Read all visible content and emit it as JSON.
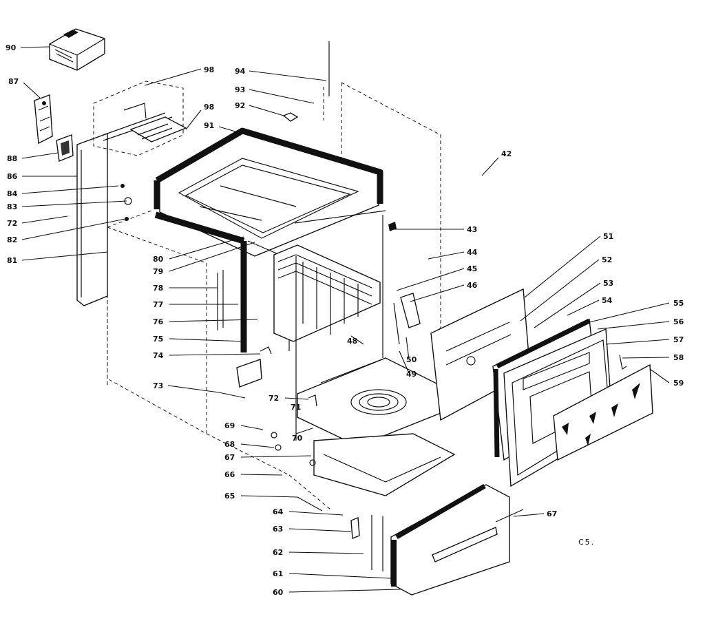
{
  "callouts": [
    {
      "id": "l90a",
      "text": "90"
    },
    {
      "id": "l87a",
      "text": "87"
    },
    {
      "id": "l88a",
      "text": "88"
    },
    {
      "id": "l86a",
      "text": "86"
    },
    {
      "id": "l84a",
      "text": "84"
    },
    {
      "id": "l83a",
      "text": "83"
    },
    {
      "id": "l72a",
      "text": "72"
    },
    {
      "id": "l82a",
      "text": "82"
    },
    {
      "id": "l81a",
      "text": "81"
    },
    {
      "id": "l98a",
      "text": "98"
    },
    {
      "id": "l98b",
      "text": "98"
    },
    {
      "id": "l94a",
      "text": "94"
    },
    {
      "id": "l93a",
      "text": "93"
    },
    {
      "id": "l92a",
      "text": "92"
    },
    {
      "id": "l91a",
      "text": "91"
    },
    {
      "id": "l42",
      "text": "42"
    },
    {
      "id": "l80",
      "text": "80"
    },
    {
      "id": "l79",
      "text": "79"
    },
    {
      "id": "l78",
      "text": "78"
    },
    {
      "id": "l77",
      "text": "77"
    },
    {
      "id": "l76",
      "text": "76"
    },
    {
      "id": "l75",
      "text": "75"
    },
    {
      "id": "l74",
      "text": "74"
    },
    {
      "id": "l73",
      "text": "73"
    },
    {
      "id": "l43",
      "text": "43"
    },
    {
      "id": "l44",
      "text": "44"
    },
    {
      "id": "l45",
      "text": "45"
    },
    {
      "id": "l46",
      "text": "46"
    },
    {
      "id": "l48",
      "text": "48"
    },
    {
      "id": "l50",
      "text": "50"
    },
    {
      "id": "l49",
      "text": "49"
    },
    {
      "id": "l51",
      "text": "51"
    },
    {
      "id": "l52",
      "text": "52"
    },
    {
      "id": "l53",
      "text": "53"
    },
    {
      "id": "l54",
      "text": "54"
    },
    {
      "id": "l55",
      "text": "55"
    },
    {
      "id": "l56",
      "text": "56"
    },
    {
      "id": "l57",
      "text": "57"
    },
    {
      "id": "l58",
      "text": "58"
    },
    {
      "id": "l59",
      "text": "59"
    },
    {
      "id": "l72b",
      "text": "72"
    },
    {
      "id": "l71",
      "text": "71"
    },
    {
      "id": "l70",
      "text": "70"
    },
    {
      "id": "l69",
      "text": "69"
    },
    {
      "id": "l68",
      "text": "68"
    },
    {
      "id": "l67",
      "text": "67"
    },
    {
      "id": "l66",
      "text": "66"
    },
    {
      "id": "l65",
      "text": "65"
    },
    {
      "id": "l64",
      "text": "64"
    },
    {
      "id": "l63",
      "text": "63"
    },
    {
      "id": "l62",
      "text": "62"
    },
    {
      "id": "l61",
      "text": "61"
    },
    {
      "id": "l60",
      "text": "60"
    },
    {
      "id": "l67b",
      "text": "67"
    }
  ],
  "footer_code": "C5."
}
